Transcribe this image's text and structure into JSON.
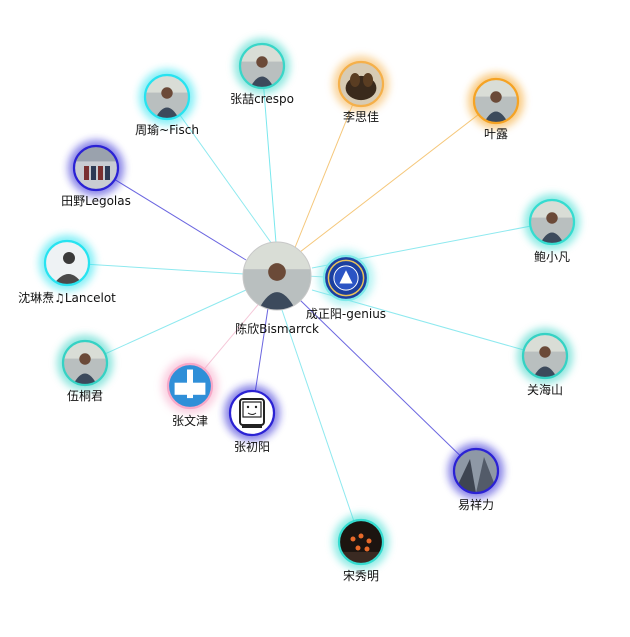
{
  "graph": {
    "center": {
      "name": "陈欣Bismarrck",
      "ring": "#c8c8c8",
      "photo": "person-photo"
    },
    "nodes": [
      {
        "name": "成正阳-genius",
        "ring": "#7ee9e9",
        "link": "#9ee8ee",
        "photo": "chelsea-logo"
      },
      {
        "name": "张喆crespo",
        "ring": "#39d6c8",
        "link": "#7be8ee",
        "photo": "person-photo"
      },
      {
        "name": "李思佳",
        "ring": "#f5b04a",
        "link": "#f5c77a",
        "photo": "dog-photo"
      },
      {
        "name": "叶露",
        "ring": "#f5a324",
        "link": "#f5c77a",
        "photo": "person-photo"
      },
      {
        "name": "周瑜~Fisch",
        "ring": "#27e3f0",
        "link": "#8ee9ef",
        "photo": "person-photo"
      },
      {
        "name": "田野Legolas",
        "ring": "#2b22d4",
        "link": "#6b66e0",
        "photo": "group-photo"
      },
      {
        "name": "鲍小凡",
        "ring": "#35dcd0",
        "link": "#8ee9ef",
        "photo": "person-photo"
      },
      {
        "name": "沈琳焘♫Lancelot",
        "ring": "#27e3f0",
        "link": "#8ee9ef",
        "photo": "silhouette-photo"
      },
      {
        "name": "伍桐君",
        "ring": "#35d2c4",
        "link": "#8ee9ef",
        "photo": "person-photo"
      },
      {
        "name": "关海山",
        "ring": "#35d2c4",
        "link": "#8ee9ef",
        "photo": "person-photo"
      },
      {
        "name": "张文津",
        "ring": "#f7a8c8",
        "link": "#f5c7d8",
        "photo": "jiayou-logo"
      },
      {
        "name": "张初阳",
        "ring": "#2b22d4",
        "link": "#6b66e0",
        "photo": "mac-icon"
      },
      {
        "name": "易祥力",
        "ring": "#2b22d4",
        "link": "#6b66e0",
        "photo": "building-photo"
      },
      {
        "name": "宋秀明",
        "ring": "#35dcd0",
        "link": "#8ee9ef",
        "photo": "night-photo"
      }
    ]
  }
}
